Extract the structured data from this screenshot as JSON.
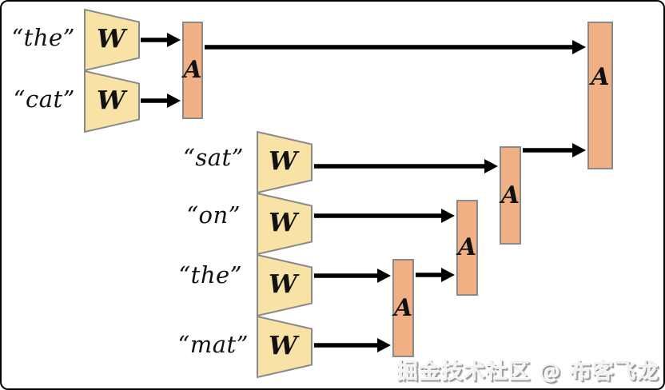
{
  "diagram": {
    "description": "Recursive word composition diagram: word vectors pass through W modules (trapezoids) and are merged pairwise by A modules (rectangles)",
    "rows": [
      {
        "word": "“the”"
      },
      {
        "word": "“cat”"
      },
      {
        "word": "“sat”"
      },
      {
        "word": "“on”"
      },
      {
        "word": "“the”"
      },
      {
        "word": "“mat”"
      }
    ],
    "w_units": [
      {
        "letter": "W"
      },
      {
        "letter": "W"
      },
      {
        "letter": "W"
      },
      {
        "letter": "W"
      },
      {
        "letter": "W"
      },
      {
        "letter": "W"
      }
    ],
    "a_units": [
      {
        "letter": "A"
      },
      {
        "letter": "A"
      },
      {
        "letter": "A"
      },
      {
        "letter": "A"
      },
      {
        "letter": "A"
      }
    ]
  },
  "watermark": {
    "text": "掘金技术社区 @ 布客飞龙"
  },
  "colors": {
    "trapezoid_fill": "#F8E2A6",
    "block_fill": "#F0B083",
    "shape_border": "#8A8A8A",
    "arrow": "#000000",
    "frame_border": "#000000",
    "background": "#FFFFFF"
  }
}
